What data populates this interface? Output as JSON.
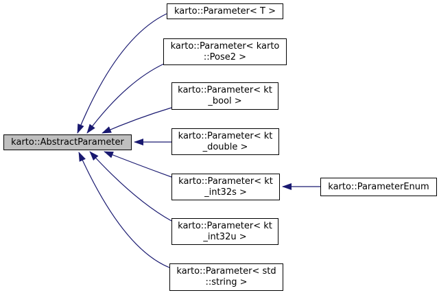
{
  "diagram": {
    "kind": "class-inheritance-graph",
    "colors": {
      "background": "#ffffff",
      "edge": "#191970",
      "node_border": "#000000",
      "node_fill": "#ffffff",
      "focus_node_fill": "#bfbfbf",
      "text": "#000000"
    },
    "nodes": [
      {
        "id": "abstract",
        "label": "karto::AbstractParameter",
        "lines": [
          "karto::AbstractParameter"
        ],
        "focus": true
      },
      {
        "id": "param-t",
        "label": "karto::Parameter< T >",
        "lines": [
          "karto::Parameter< T >"
        ],
        "focus": false
      },
      {
        "id": "pose2",
        "label": "karto::Parameter< karto::Pose2 >",
        "lines": [
          "karto::Parameter< karto",
          "::Pose2 >"
        ],
        "focus": false
      },
      {
        "id": "kt-bool",
        "label": "karto::Parameter< kt_bool >",
        "lines": [
          "karto::Parameter< kt",
          "_bool >"
        ],
        "focus": false
      },
      {
        "id": "kt-double",
        "label": "karto::Parameter< kt_double >",
        "lines": [
          "karto::Parameter< kt",
          "_double >"
        ],
        "focus": false
      },
      {
        "id": "kt-int32s",
        "label": "karto::Parameter< kt_int32s >",
        "lines": [
          "karto::Parameter< kt",
          "_int32s >"
        ],
        "focus": false
      },
      {
        "id": "kt-int32u",
        "label": "karto::Parameter< kt_int32u >",
        "lines": [
          "karto::Parameter< kt",
          "_int32u >"
        ],
        "focus": false
      },
      {
        "id": "std-string",
        "label": "karto::Parameter< std::string >",
        "lines": [
          "karto::Parameter< std",
          "::string >"
        ],
        "focus": false
      },
      {
        "id": "enum",
        "label": "karto::ParameterEnum",
        "lines": [
          "karto::ParameterEnum"
        ],
        "focus": false
      }
    ],
    "edges": [
      {
        "from": "karto::Parameter< T >",
        "to": "karto::AbstractParameter",
        "relation": "inherits"
      },
      {
        "from": "karto::Parameter< karto::Pose2 >",
        "to": "karto::AbstractParameter",
        "relation": "inherits"
      },
      {
        "from": "karto::Parameter< kt_bool >",
        "to": "karto::AbstractParameter",
        "relation": "inherits"
      },
      {
        "from": "karto::Parameter< kt_double >",
        "to": "karto::AbstractParameter",
        "relation": "inherits"
      },
      {
        "from": "karto::Parameter< kt_int32s >",
        "to": "karto::AbstractParameter",
        "relation": "inherits"
      },
      {
        "from": "karto::Parameter< kt_int32u >",
        "to": "karto::AbstractParameter",
        "relation": "inherits"
      },
      {
        "from": "karto::Parameter< std::string >",
        "to": "karto::AbstractParameter",
        "relation": "inherits"
      },
      {
        "from": "karto::ParameterEnum",
        "to": "karto::Parameter< kt_int32s >",
        "relation": "inherits"
      }
    ]
  }
}
